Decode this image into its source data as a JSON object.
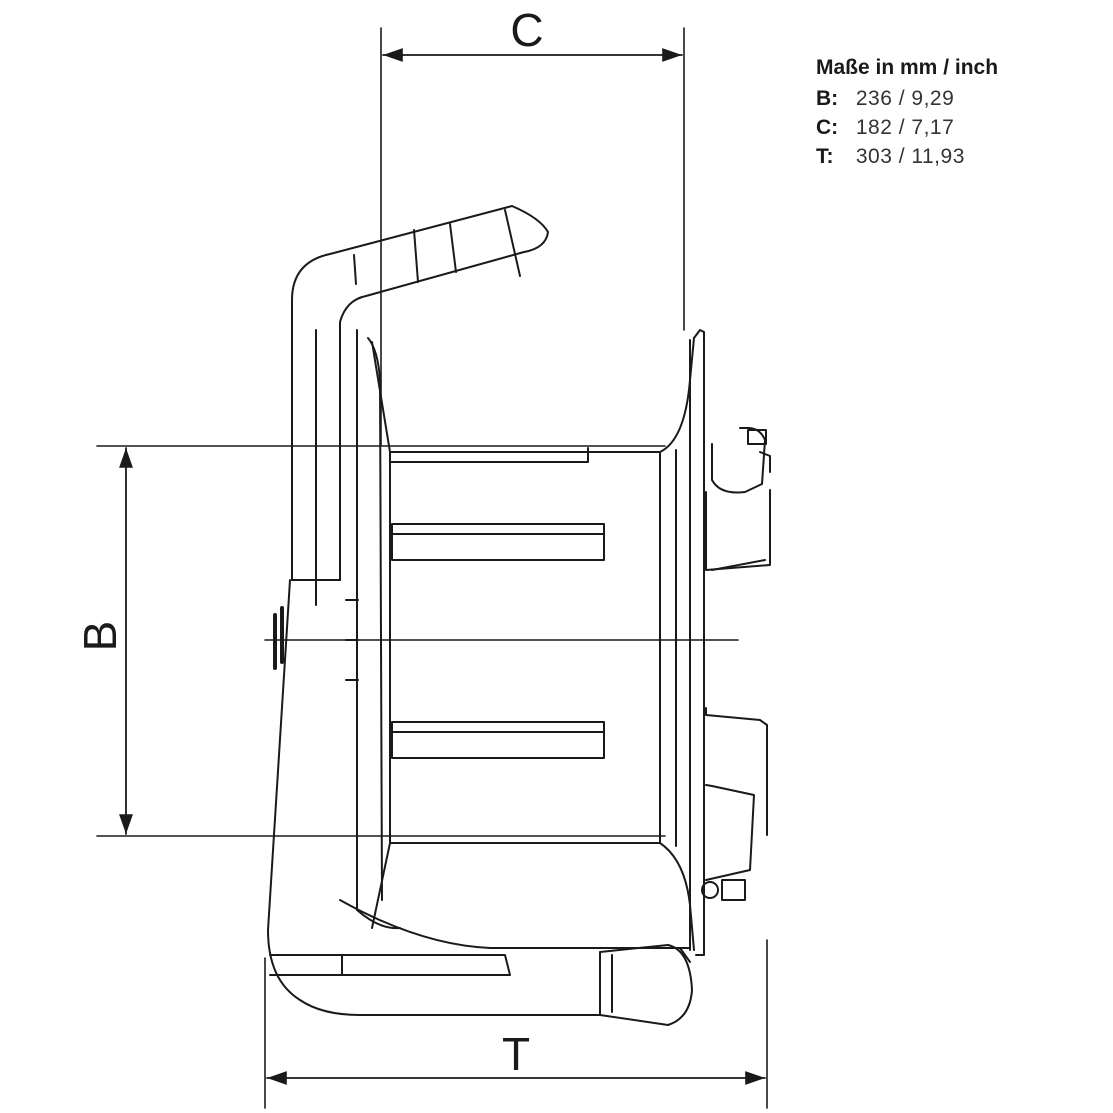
{
  "dimensions": {
    "c_label": "C",
    "b_label": "B",
    "t_label": "T"
  },
  "legend": {
    "title": "Maße in mm / inch",
    "rows": [
      {
        "key": "B:",
        "value": "236 / 9,29"
      },
      {
        "key": "C:",
        "value": "182 / 7,17"
      },
      {
        "key": "T:",
        "value": "303 / 11,93"
      }
    ]
  }
}
